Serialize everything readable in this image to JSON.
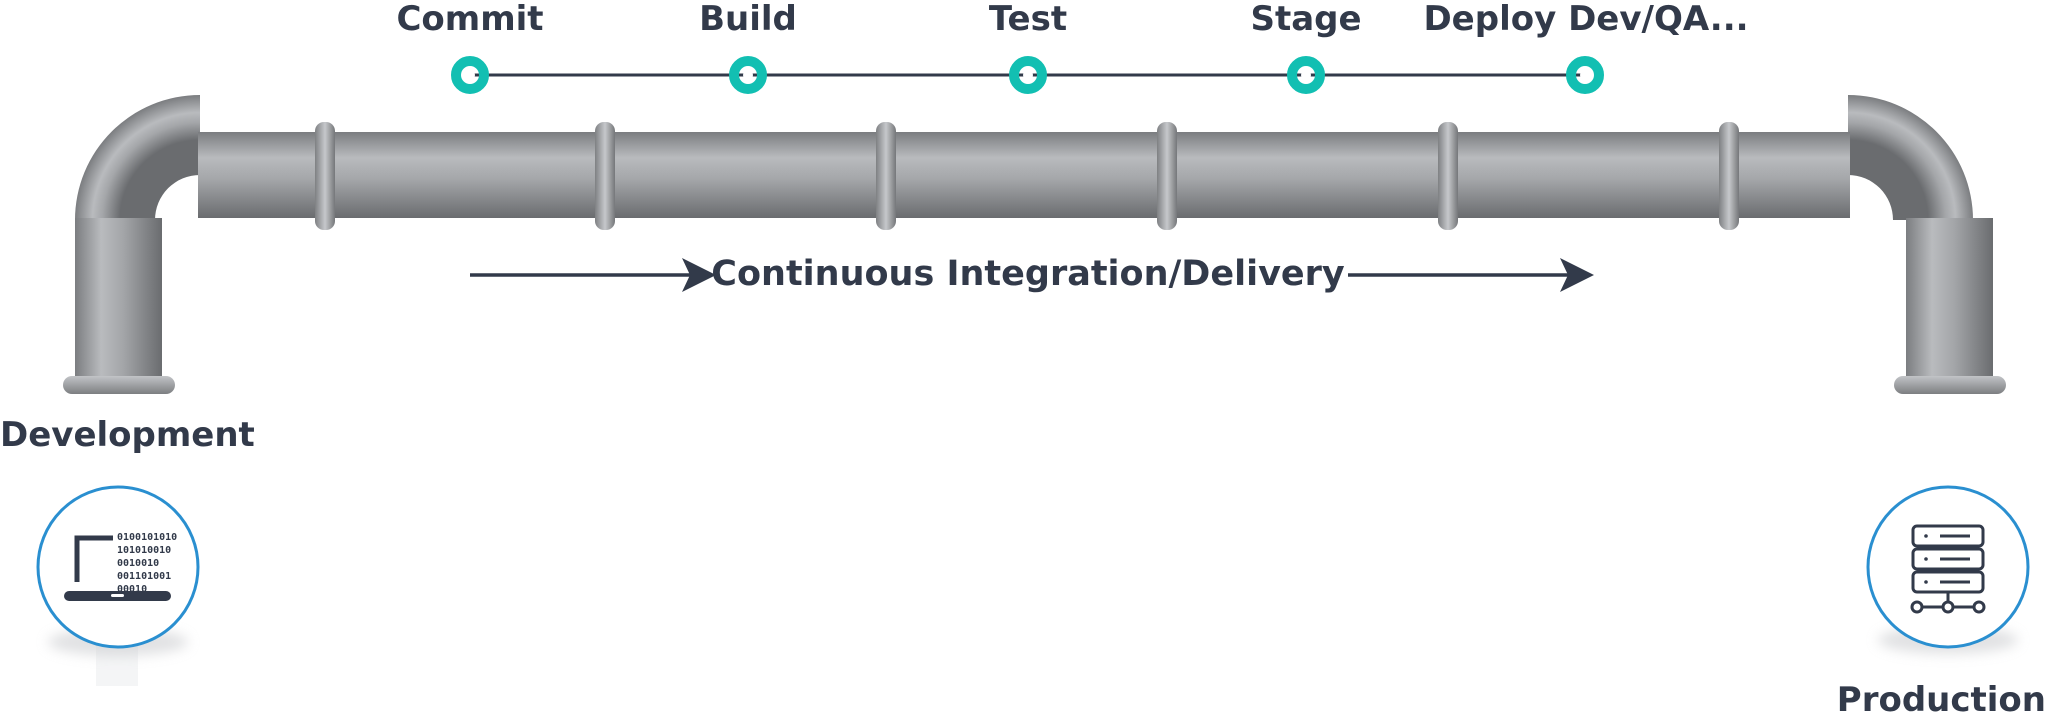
{
  "pipeline": {
    "stages": [
      {
        "label": "Commit"
      },
      {
        "label": "Build"
      },
      {
        "label": "Test"
      },
      {
        "label": "Stage"
      },
      {
        "label": "Deploy Dev/QA..."
      }
    ],
    "center_label": "Continuous Integration/Delivery"
  },
  "development": {
    "label": "Development",
    "icon": "laptop-binary-icon",
    "binary_lines": [
      "0100101010",
      "101010010",
      "0010010",
      "001101001",
      "00010"
    ]
  },
  "production": {
    "label": "Production",
    "icon": "server-network-icon"
  },
  "colors": {
    "text": "#323a4a",
    "stage_dot": "#12bfb2",
    "circle_border": "#2a8fd0",
    "pipe_mid": "#a3a5a9",
    "pipe_dark": "#6e7073"
  }
}
